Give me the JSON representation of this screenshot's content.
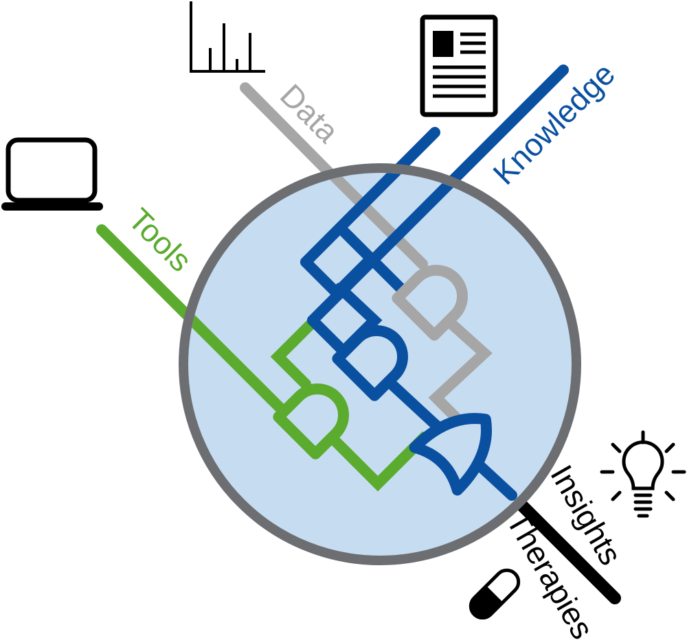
{
  "labels": {
    "data": "Data",
    "tools": "Tools",
    "knowledge": "Knowledge",
    "insights": "Insights",
    "therapies": "Therapies"
  },
  "icons": {
    "data": "bar-chart-icon",
    "tools": "laptop-icon",
    "knowledge": "document-icon",
    "insights": "lightbulb-icon",
    "therapies": "pill-icon"
  },
  "colors": {
    "data": "#a6a6a6",
    "tools": "#5aab2e",
    "knowledge": "#0a50a0",
    "output": "#000000",
    "circle_fill": "#c6dcf1",
    "circle_stroke": "#6d6e71"
  }
}
